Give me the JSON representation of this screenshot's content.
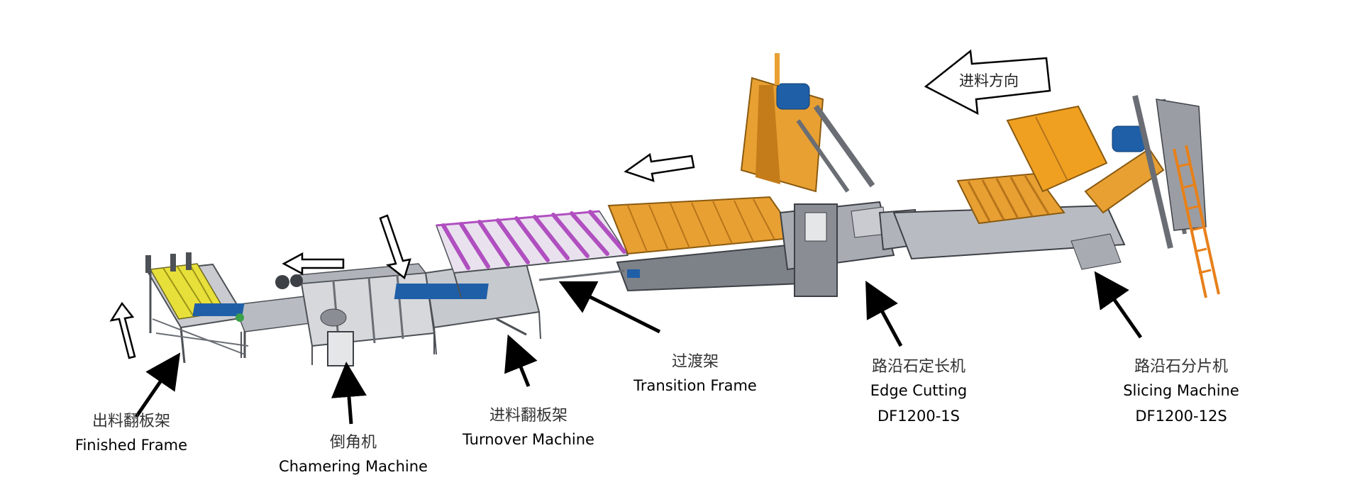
{
  "feed_direction": "进料方向",
  "stations": [
    {
      "zh": "出料翻板架",
      "en": "Finished Frame",
      "model": ""
    },
    {
      "zh": "倒角机",
      "en": "Chamering Machine",
      "model": ""
    },
    {
      "zh": "进料翻板架",
      "en": "Turnover Machine",
      "model": ""
    },
    {
      "zh": "过渡架",
      "en": "Transition Frame",
      "model": ""
    },
    {
      "zh": "路沿石定长机",
      "en": "Edge Cutting",
      "model": "DF1200-1S"
    },
    {
      "zh": "路沿石分片机",
      "en": "Slicing Machine",
      "model": "DF1200-12S"
    }
  ],
  "colors": {
    "frame": "#8a8e94",
    "frame_dark": "#4d5156",
    "finished_frame": "#e8e03a",
    "turnover_rollers": "#b04fc0",
    "transition_table": "#e8a033",
    "machine_orange": "#f0a020",
    "motor_blue": "#1f5fa8",
    "arrow": "#000000"
  }
}
